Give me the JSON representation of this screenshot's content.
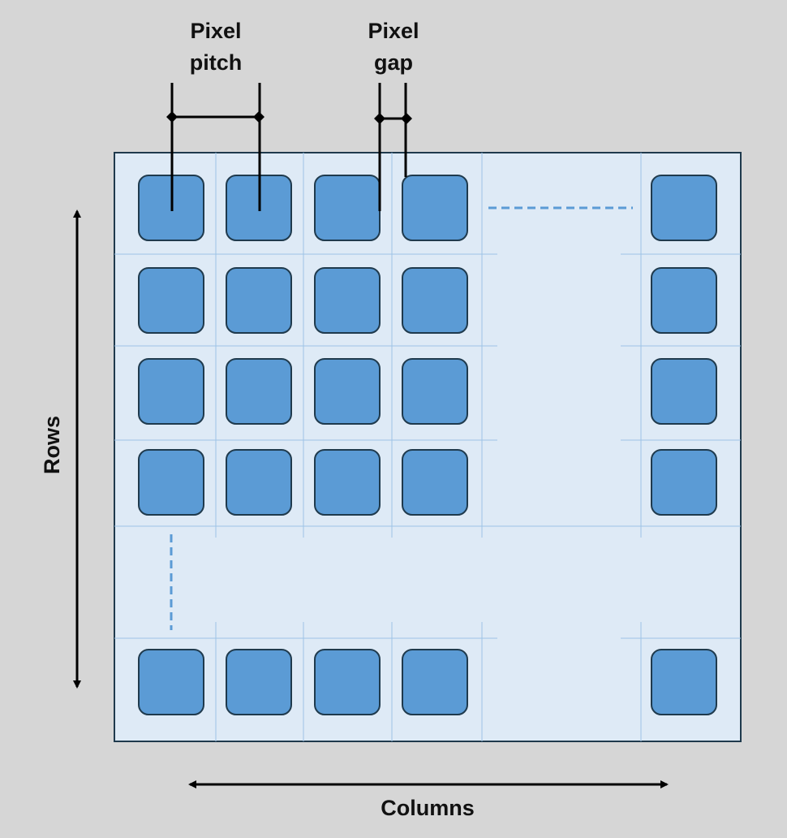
{
  "labels": {
    "pitch_line1": "Pixel",
    "pitch_line2": "pitch",
    "gap_line1": "Pixel",
    "gap_line2": "gap",
    "rows": "Rows",
    "columns": "Columns"
  },
  "colors": {
    "background": "#d6d6d6",
    "panel_fill": "#deeaf6",
    "panel_border": "#1f3a4d",
    "grid_line": "#9dc3e6",
    "pixel_fill": "#5b9bd5",
    "pixel_border": "#1f3a4d",
    "dimension_line": "#000000",
    "ellipsis_dash": "#5b9bd5"
  },
  "grid": {
    "visible_columns": 5,
    "visible_rows": 5,
    "omitted_columns_indicated": true,
    "omitted_rows_indicated": true
  }
}
